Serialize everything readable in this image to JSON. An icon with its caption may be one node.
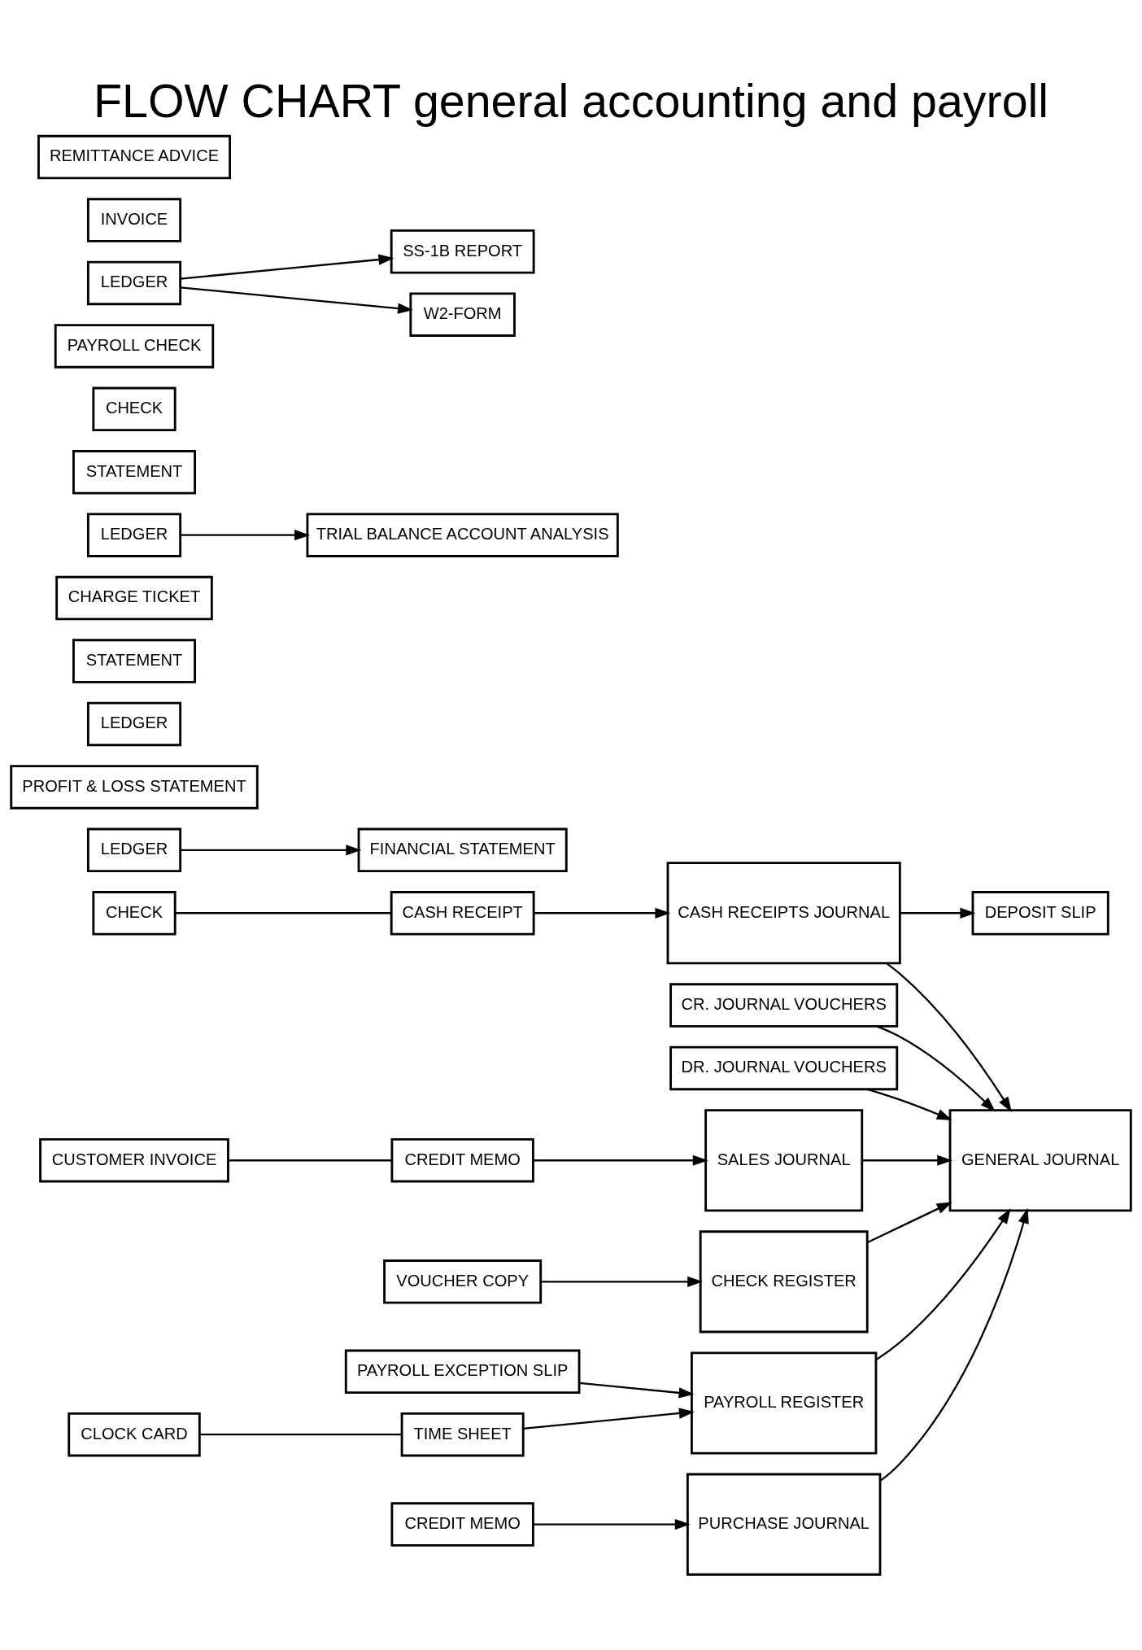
{
  "diagram": {
    "title": "FLOW CHART general accounting and payroll",
    "nodes": [
      {
        "text": [
          "GENERAL JOURNAL"
        ]
      },
      {
        "text": [
          "LEDGER"
        ]
      },
      {
        "text": [
          "CR. JOURNAL VOUCHERS"
        ]
      },
      {
        "text": [
          "DR. JOURNAL VOUCHERS"
        ]
      },
      {
        "text": [
          "FINANCIAL STATEMENT"
        ]
      },
      {
        "text": [
          "PROFIT & LOSS STATEMENT"
        ]
      },
      {
        "text": [
          "CHECK"
        ]
      },
      {
        "text": [
          "CASH RECEIPT"
        ]
      },
      {
        "text": [
          "CASH RECEIPTS JOURNAL"
        ]
      },
      {
        "text": [
          "LEDGER"
        ]
      },
      {
        "text": [
          "STATEMENT"
        ]
      },
      {
        "text": [
          "DEPOSIT SLIP"
        ]
      },
      {
        "text": [
          "CHARGE TICKET"
        ]
      },
      {
        "text": [
          "CUSTOMER INVOICE"
        ]
      },
      {
        "text": [
          "CREDIT MEMO"
        ]
      },
      {
        "text": [
          "SALES JOURNAL"
        ]
      },
      {
        "text": [
          "LEDGER"
        ]
      },
      {
        "text": [
          "STATEMENT"
        ]
      },
      {
        "text": [
          "TRIAL BALANCE ACCOUNT ANALYSIS"
        ]
      },
      {
        "text": [
          "VOUCHER COPY"
        ]
      },
      {
        "text": [
          "CHECK REGISTER"
        ]
      },
      {
        "text": [
          "CHECK"
        ]
      },
      {
        "text": [
          "PAYROLL EXCEPTION SLIP"
        ]
      },
      {
        "text": [
          "CLOCK CARD"
        ]
      },
      {
        "text": [
          "TIME SHEET"
        ]
      },
      {
        "text": [
          "PAYROLL REGISTER"
        ]
      },
      {
        "text": [
          "PAYROLL CHECK"
        ]
      },
      {
        "text": [
          "LEDGER"
        ]
      },
      {
        "text": [
          "SS-1B REPORT"
        ]
      },
      {
        "text": [
          "W2-FORM"
        ]
      },
      {
        "text": [
          "INVOICE"
        ]
      },
      {
        "text": [
          "CREDIT MEMO"
        ]
      },
      {
        "text": [
          "PURCHASE JOURNAL"
        ]
      },
      {
        "text": [
          "REMITTANCE ADVICE"
        ]
      }
    ],
    "edges": [
      {
        "from": 2,
        "to": 0,
        "arrow": "to"
      },
      {
        "from": 3,
        "to": 0,
        "arrow": "to"
      },
      {
        "from": 1,
        "to": 4,
        "arrow": "to"
      },
      {
        "from": 6,
        "to": 7,
        "arrow": "none"
      },
      {
        "from": 7,
        "to": 8,
        "arrow": "to"
      },
      {
        "from": 8,
        "to": 11,
        "arrow": "to"
      },
      {
        "from": 13,
        "to": 14,
        "arrow": "none"
      },
      {
        "from": 14,
        "to": 15,
        "arrow": "to"
      },
      {
        "from": 16,
        "to": 18,
        "arrow": "to"
      },
      {
        "from": 19,
        "to": 20,
        "arrow": "to"
      },
      {
        "from": 22,
        "to": 25,
        "arrow": "to"
      },
      {
        "from": 23,
        "to": 24,
        "arrow": "none"
      },
      {
        "from": 24,
        "to": 25,
        "arrow": "to"
      },
      {
        "from": 27,
        "to": 28,
        "arrow": "to"
      },
      {
        "from": 27,
        "to": 29,
        "arrow": "to"
      },
      {
        "from": 31,
        "to": 32,
        "arrow": "to"
      },
      {
        "from": 8,
        "to": 0,
        "arrow": "to"
      },
      {
        "from": 15,
        "to": 0,
        "arrow": "to"
      },
      {
        "from": 25,
        "to": 0,
        "arrow": "to"
      },
      {
        "from": 32,
        "to": 0,
        "arrow": "to"
      },
      {
        "from": 20,
        "to": 0,
        "arrow": "to"
      }
    ]
  }
}
